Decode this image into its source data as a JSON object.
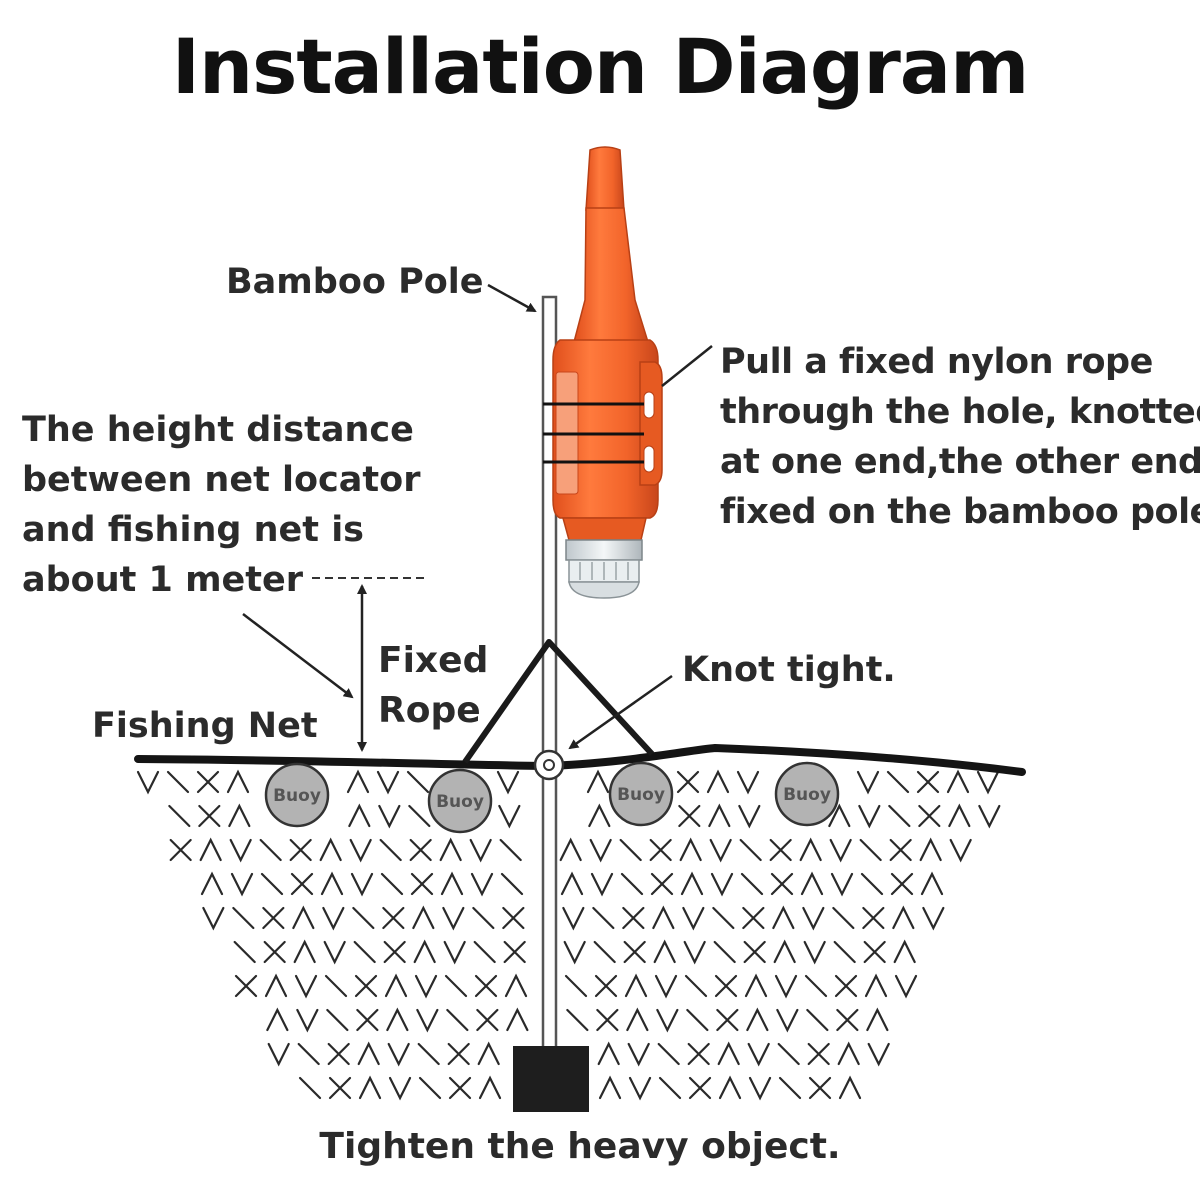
{
  "title": "Installation Diagram",
  "labels": {
    "bamboo_pole": "Bamboo Pole",
    "height_distance": [
      "The height distance",
      "between net locator",
      "and fishing net is",
      "about 1 meter"
    ],
    "nylon_rope": [
      "Pull a fixed nylon rope",
      "through the hole, knotted",
      "at one end,the other end",
      "fixed on the bamboo pole."
    ],
    "fixed_rope": [
      "Fixed",
      "Rope"
    ],
    "knot_tight": "Knot tight.",
    "fishing_net": "Fishing Net",
    "tighten": "Tighten the heavy object.",
    "buoys": [
      "Buoy",
      "Buoy",
      "Buoy",
      "Buoy"
    ]
  },
  "colors": {
    "locator_orange": "#f2642a",
    "locator_dark": "#c8461b",
    "net_line": "#1a1a1a",
    "buoy_fill": "#b3b3b3",
    "weight": "#1e1e1e"
  }
}
